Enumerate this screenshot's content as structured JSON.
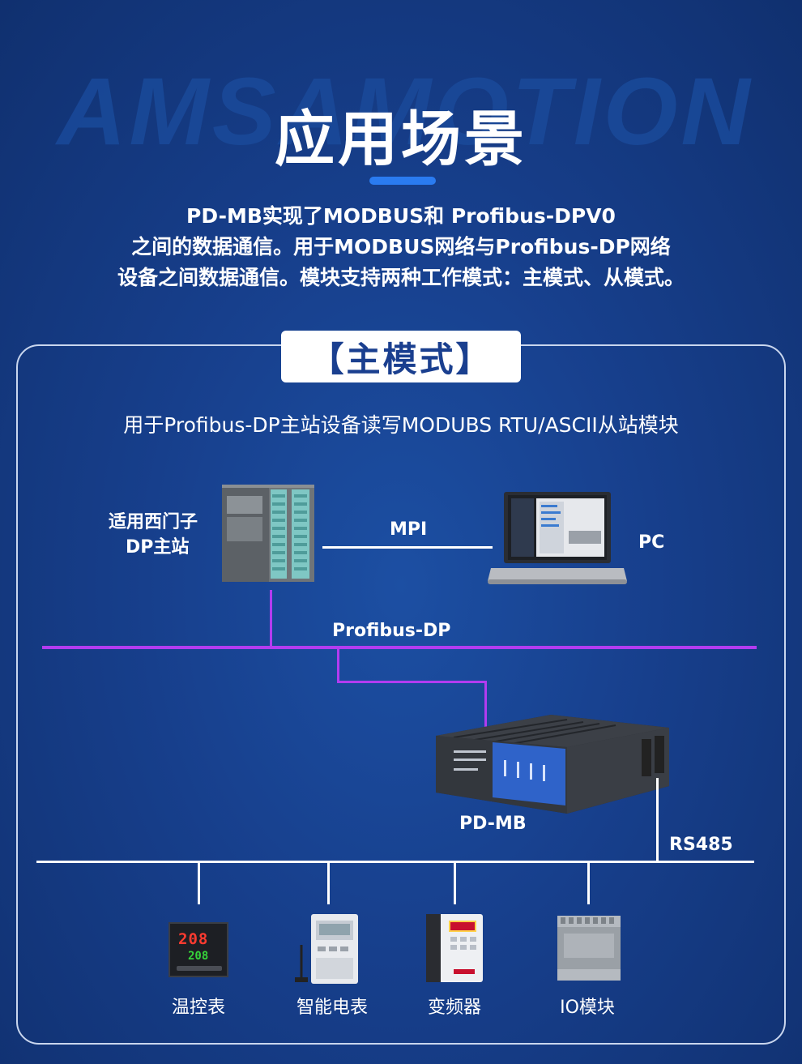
{
  "watermark": "AMSAMOTION",
  "title": "应用场景",
  "intro": [
    "PD-MB实现了MODBUS和 Profibus-DPV0",
    "之间的数据通信。用于MODBUS网络与Profibus-DP网络",
    "设备之间数据通信。模块支持两种工作模式：主模式、从模式。"
  ],
  "mode": {
    "tab": "【主模式】",
    "desc": "用于Profibus-DP主站设备读写MODUBS RTU/ASCII从站模块"
  },
  "diagram": {
    "plc_label": [
      "适用西门子",
      "DP主站"
    ],
    "mpi": "MPI",
    "pc": "PC",
    "profibus": "Profibus-DP",
    "device": "PD-MB",
    "rs485": "RS485",
    "devices": [
      "温控表",
      "智能电表",
      "变频器",
      "IO模块"
    ],
    "temp_display_top": "208",
    "temp_display_bottom": "208"
  },
  "colors": {
    "background": "#173f8c",
    "profibus_line": "#b23cf0",
    "accent": "#2a7bf0"
  }
}
